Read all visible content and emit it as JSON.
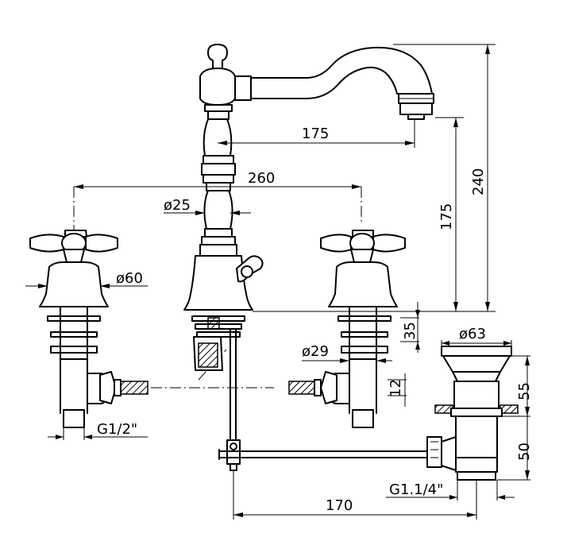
{
  "dimensions": {
    "spout_reach": "175",
    "total_height": "240",
    "spout_height": "175",
    "tap_spacing": "260",
    "spout_diameter": "ø25",
    "handle_base_diameter": "ø60",
    "deck_thickness": "35",
    "waste_flange_diameter": "ø63",
    "shank_diameter": "ø29",
    "connector_height": "12",
    "waste_upper_height": "55",
    "waste_lower_height": "50",
    "tap_thread": "G1/2\"",
    "waste_thread": "G1.1/4\"",
    "rod_length": "170"
  }
}
